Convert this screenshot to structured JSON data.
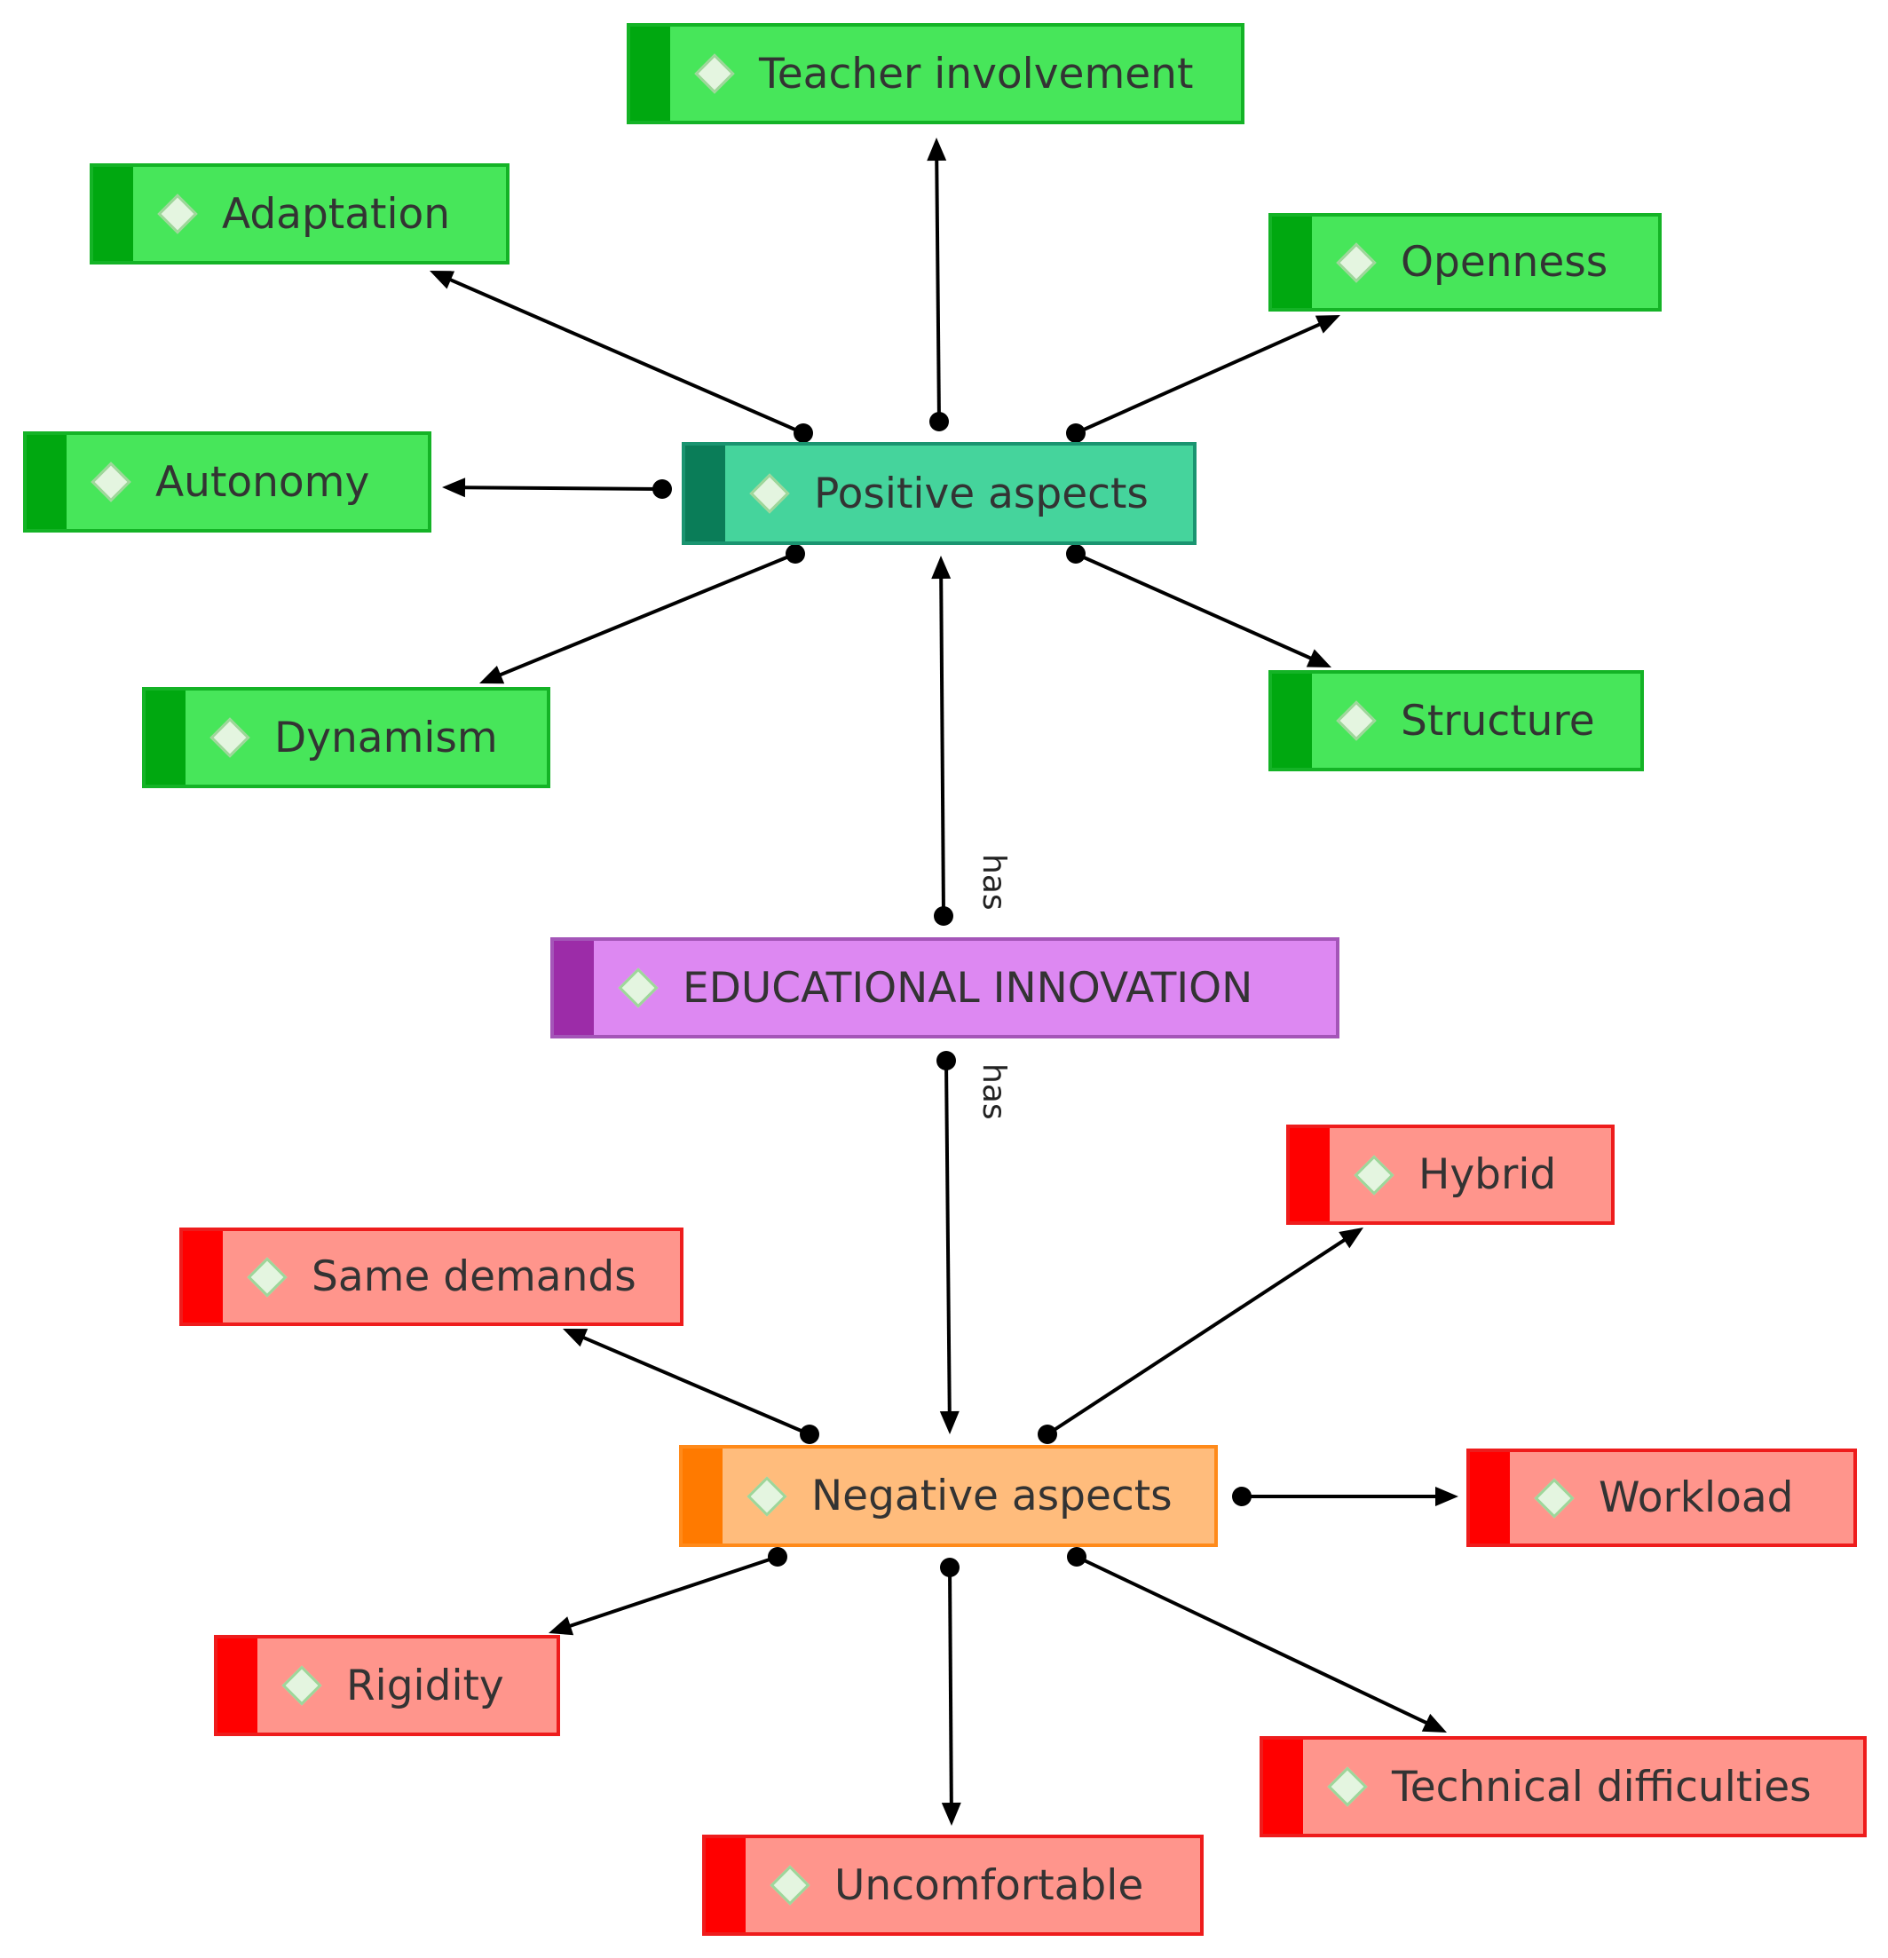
{
  "nodes": {
    "teacher": "Teacher involvement",
    "adaptation": "Adaptation",
    "openness": "Openness",
    "autonomy": "Autonomy",
    "positive": "Positive aspects",
    "dynamism": "Dynamism",
    "structure": "Structure",
    "center": "EDUCATIONAL INNOVATION",
    "hybrid": "Hybrid",
    "same_demands": "Same demands",
    "negative": "Negative aspects",
    "workload": "Workload",
    "rigidity": "Rigidity",
    "technical": "Technical difficulties",
    "uncomfortable": "Uncomfortable"
  },
  "edge_labels": {
    "has_positive": "has",
    "has_negative": "has"
  },
  "colors": {
    "positive_children": "#47e65a",
    "positive_hub": "#45d49c",
    "center": "#dd88f2",
    "negative_hub": "#ffbc7c",
    "negative_children": "#ff958c",
    "edge": "#000000"
  },
  "icons": {
    "node_marker": "diamond-icon"
  }
}
